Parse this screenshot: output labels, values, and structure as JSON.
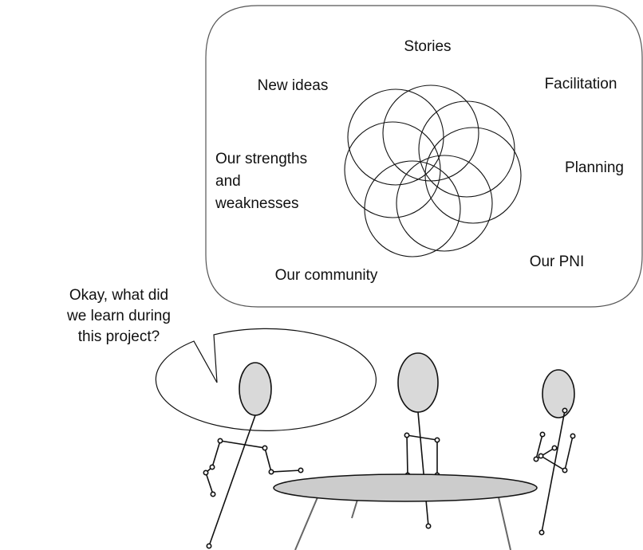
{
  "diagram": {
    "topics": {
      "stories": "Stories",
      "facilitation": "Facilitation",
      "planning": "Planning",
      "our_pni": "Our PNI",
      "our_community": "Our community",
      "strengths_line1": "Our strengths",
      "strengths_line2": "and",
      "strengths_line3": "weaknesses",
      "new_ideas": "New ideas"
    },
    "speech": {
      "line1": "Okay, what did",
      "line2": "we learn during",
      "line3": "this project?"
    },
    "colors": {
      "stroke": "#111111",
      "head_fill": "#d9d9d9",
      "table_fill": "#cccccc",
      "leg_stroke": "#666666"
    }
  }
}
